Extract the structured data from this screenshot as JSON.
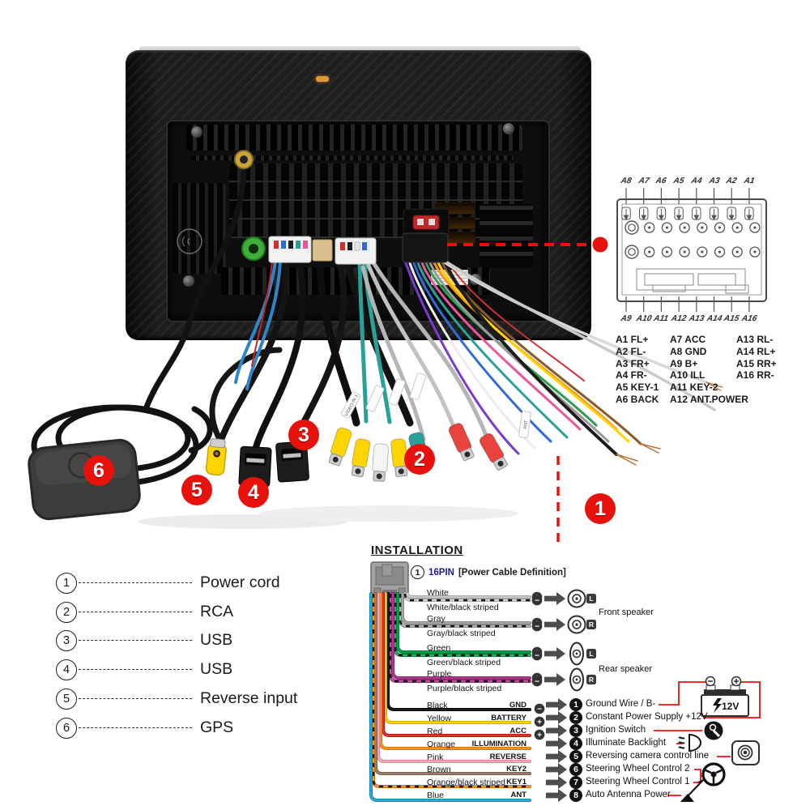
{
  "colors": {
    "callout_red": "#e8120c",
    "navy_16pin": "#1d1d8f",
    "line_red": "#e8120c"
  },
  "photo": {
    "callouts": [
      "1",
      "2",
      "3",
      "4",
      "5",
      "6"
    ],
    "cable_tags": [
      "VIDEO-IN 1",
      "ANT"
    ]
  },
  "connector_diagram": {
    "top_labels": [
      "A8",
      "A7",
      "A6",
      "A5",
      "A4",
      "A3",
      "A2",
      "A1"
    ],
    "bottom_labels": [
      "A9",
      "A10",
      "A11",
      "A12",
      "A13",
      "A14",
      "A15",
      "A16"
    ]
  },
  "pin_definitions": {
    "col1": [
      "A1 FL+",
      "A2 FL-",
      "A3 FR+",
      "A4 FR-",
      "A5 KEY-1",
      "A6 BACK"
    ],
    "col2": [
      "A7 ACC",
      "A8 GND",
      "A9 B+",
      "A10 ILL",
      "A11 KEY-2",
      "A12 ANT.POWER"
    ],
    "col3": [
      "A13 RL-",
      "A14 RL+",
      "A15 RR+",
      "A16 RR-"
    ]
  },
  "legend": [
    {
      "num": "1",
      "label": "Power cord"
    },
    {
      "num": "2",
      "label": "RCA"
    },
    {
      "num": "3",
      "label": "USB"
    },
    {
      "num": "4",
      "label": "USB"
    },
    {
      "num": "5",
      "label": "Reverse input"
    },
    {
      "num": "6",
      "label": "GPS"
    }
  ],
  "installation": {
    "title": "INSTALLATION",
    "heading": {
      "num": "1",
      "pin": "16PIN",
      "rest": "[Power Cable Definition]"
    },
    "wires": [
      {
        "name": "White",
        "func": "",
        "color": "#c8c8c8",
        "edge": "#9a9a9a",
        "striped": false,
        "polarity": "+"
      },
      {
        "name": "White/black striped",
        "func": "",
        "color": "#d2d2d2",
        "edge": "#9a9a9a",
        "striped": true,
        "polarity": "−"
      },
      {
        "name": "Gray",
        "func": "",
        "color": "#a5a5a5",
        "edge": "#7d7d7d",
        "striped": false,
        "polarity": "+"
      },
      {
        "name": "Gray/black striped",
        "func": "",
        "color": "#b0b0b0",
        "edge": "#7d7d7d",
        "striped": true,
        "polarity": "−"
      },
      {
        "name": "Green",
        "func": "",
        "color": "#00a14b",
        "edge": "#046f36",
        "striped": false,
        "polarity": "+"
      },
      {
        "name": "Green/black striped",
        "func": "",
        "color": "#27b45e",
        "edge": "#046f36",
        "striped": true,
        "polarity": "−"
      },
      {
        "name": "Purple",
        "func": "",
        "color": "#b0368f",
        "edge": "#7c2464",
        "striped": false,
        "polarity": "+"
      },
      {
        "name": "Purple/black striped",
        "func": "",
        "color": "#c04da0",
        "edge": "#7c2464",
        "striped": true,
        "polarity": "−"
      },
      {
        "name": "Black",
        "func": "GND",
        "color": "#1c1c1c",
        "edge": "#000000",
        "striped": false,
        "polarity": "−"
      },
      {
        "name": "Yellow",
        "func": "BATTERY",
        "color": "#ffd200",
        "edge": "#c7a300",
        "striped": false,
        "polarity": "+"
      },
      {
        "name": "Red",
        "func": "ACC",
        "color": "#e03127",
        "edge": "#9e1d15",
        "striped": false,
        "polarity": "+"
      },
      {
        "name": "Orange",
        "func": "ILLUMINATION",
        "color": "#f7941d",
        "edge": "#bb6c0d",
        "striped": false,
        "polarity": ""
      },
      {
        "name": "Pink",
        "func": "REVERSE",
        "color": "#f3a9b6",
        "edge": "#cc7f8d",
        "striped": false,
        "polarity": ""
      },
      {
        "name": "Brown",
        "func": "KEY2",
        "color": "#9b7d6b",
        "edge": "#6e5647",
        "striped": false,
        "polarity": ""
      },
      {
        "name": "Orange/black striped",
        "func": "KEY1",
        "color": "#f7941d",
        "edge": "#bb6c0d",
        "striped": true,
        "polarity": ""
      },
      {
        "name": "Blue",
        "func": "ANT",
        "color": "#29abe2",
        "edge": "#1879a3",
        "striped": false,
        "polarity": ""
      }
    ],
    "speakers": [
      {
        "label": "Front speaker",
        "badges": [
          "L",
          "R"
        ]
      },
      {
        "label": "Rear speaker",
        "badges": [
          "L",
          "R"
        ]
      }
    ],
    "targets": [
      {
        "num": "1",
        "label": "Ground Wire / B-"
      },
      {
        "num": "2",
        "label": "Constant Power Supply +12V"
      },
      {
        "num": "3",
        "label": "Ignition Switch"
      },
      {
        "num": "4",
        "label": "Illuminate Backlight"
      },
      {
        "num": "5",
        "label": "Reversing camera control line"
      },
      {
        "num": "6",
        "label": "Steering Wheel Control 2"
      },
      {
        "num": "7",
        "label": "Steering Wheel Control 1"
      },
      {
        "num": "8",
        "label": "Auto Antenna Power"
      }
    ],
    "battery_label": "12V"
  }
}
